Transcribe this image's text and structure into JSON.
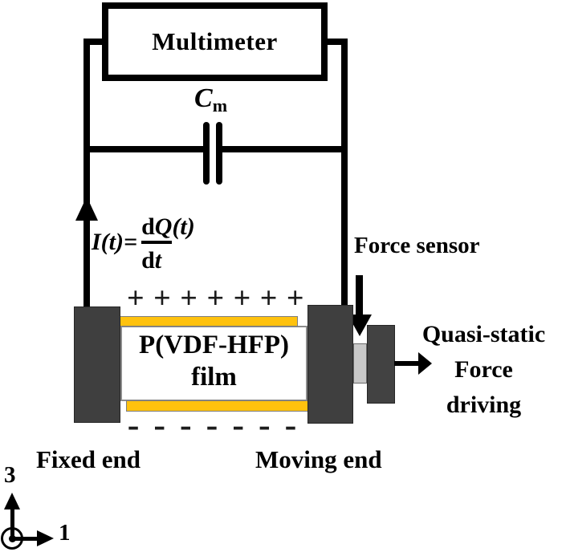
{
  "multimeter": {
    "label": "Multimeter"
  },
  "capacitor": {
    "symbol": "C",
    "subscript": "m"
  },
  "equation": {
    "lhs": "I(t)=",
    "num_d": "d",
    "num_var": "Q(t)",
    "den_d": "d",
    "den_var": "t"
  },
  "labels": {
    "force_sensor": "Force sensor",
    "film_line1": "P(VDF-HFP)",
    "film_line2": "film",
    "plus_row": "+ + + + + + +",
    "minus_row": "- - - - - - -",
    "fixed_end": "Fixed end",
    "moving_end": "Moving end",
    "drive_line1": "Quasi-static",
    "drive_line2": "Force",
    "drive_line3": "driving",
    "axis_vertical": "3",
    "axis_horizontal": "1"
  },
  "colors": {
    "wire": "#000000",
    "clamp": "#3F3F3F",
    "electrode": "#FFC20E",
    "force_sensor_block": "#C8C8C8",
    "drive_block": "#424242",
    "background": "#FFFFFF"
  }
}
